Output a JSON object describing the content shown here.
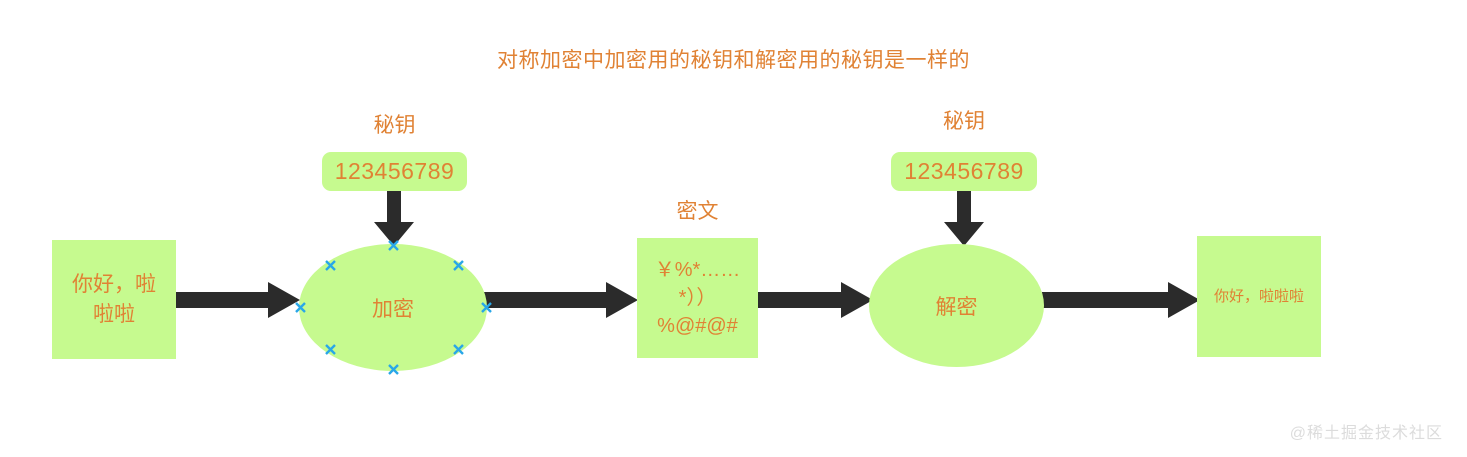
{
  "diagram": {
    "title": "对称加密中加密用的秘钥和解密用的秘钥是一样的",
    "title_color": "#e08234",
    "shape_fill": "#c6fa8f",
    "text_color": "#e08234",
    "arrow_color": "#2b2b2b",
    "handle_color": "#29a7e8",
    "background": "#ffffff"
  },
  "nodes": {
    "plaintext_in": {
      "label_line1": "你好，啦",
      "label_line2": "啦啦"
    },
    "key_left": {
      "caption": "秘钥",
      "value": "123456789"
    },
    "encrypt": {
      "label": "加密"
    },
    "ciphertext": {
      "caption": "密文",
      "line1": "￥%*……",
      "line2": "*））",
      "line3": "%@#@#"
    },
    "key_right": {
      "caption": "秘钥",
      "value": "123456789"
    },
    "decrypt": {
      "label": "解密"
    },
    "plaintext_out": {
      "label": "你好，啦啦啦"
    }
  },
  "watermark": {
    "text": "@稀土掘金技术社区"
  }
}
